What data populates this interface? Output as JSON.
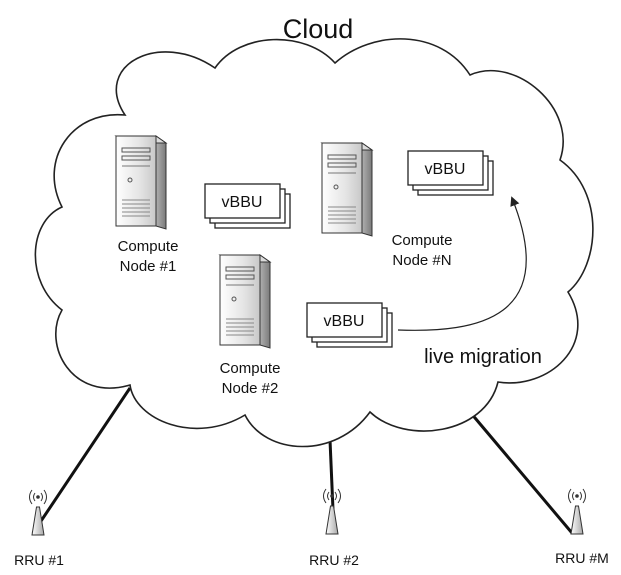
{
  "title": "Cloud",
  "nodes": [
    {
      "id": "node1",
      "name_line1": "Compute",
      "name_line2": "Node #1",
      "vbbu": "vBBU"
    },
    {
      "id": "nodeN",
      "name_line1": "Compute",
      "name_line2": "Node #N",
      "vbbu": "vBBU"
    },
    {
      "id": "node2",
      "name_line1": "Compute",
      "name_line2": "Node #2",
      "vbbu": "vBBU"
    }
  ],
  "migration_label": "live migration",
  "rrus": [
    {
      "label": "RRU #1"
    },
    {
      "label": "RRU #2"
    },
    {
      "label": "RRU #M"
    }
  ],
  "colors": {
    "stroke": "#222222",
    "server_light": "#f2f2f2",
    "server_dark": "#9a9a9a",
    "cloud_fill": "#ffffff"
  }
}
